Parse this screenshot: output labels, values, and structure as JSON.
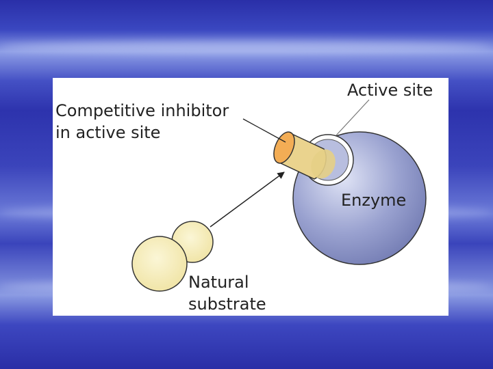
{
  "figure": {
    "labels": {
      "competitive_inhibitor_line1": "Competitive inhibitor",
      "competitive_inhibitor_line2": "in active site",
      "active_site": "Active site",
      "enzyme": "Enzyme",
      "natural_substrate_line1": "Natural",
      "natural_substrate_line2": "substrate"
    },
    "colors": {
      "enzyme": "#8f98c8",
      "substrate": "#f2e6a6",
      "inhibitor": "#e8cf8a",
      "inhibitor_end": "#f0a850"
    }
  }
}
